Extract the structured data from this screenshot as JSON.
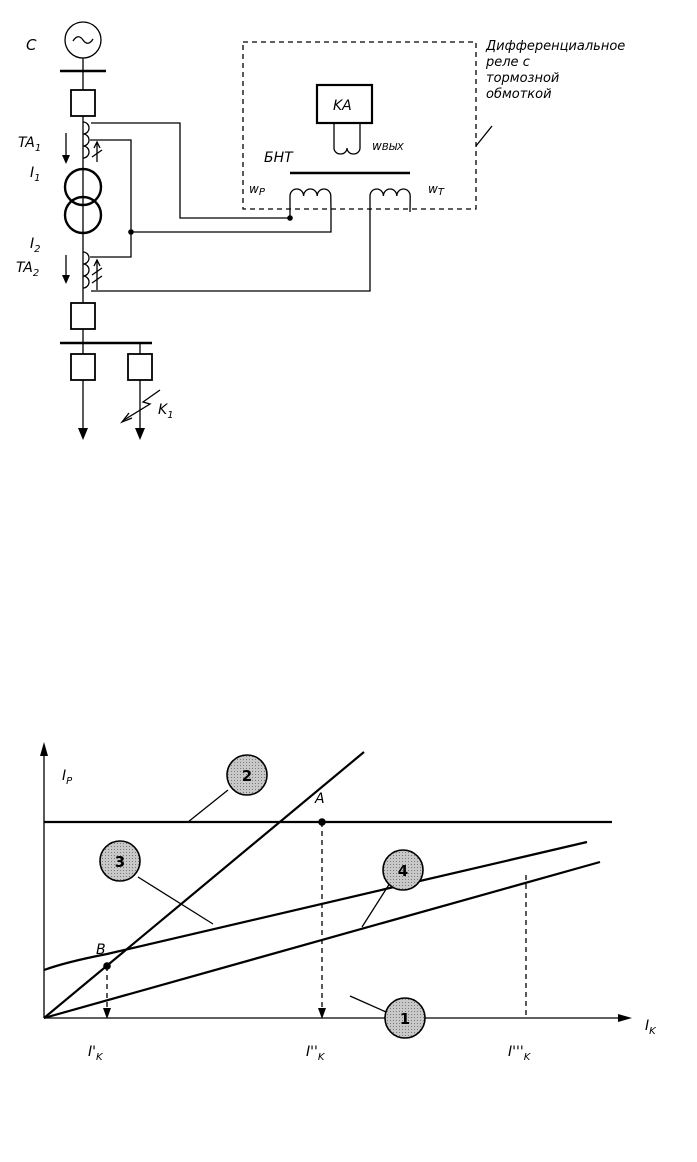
{
  "schematic": {
    "source": "C",
    "generator_symbol": "~",
    "ta1": "TA",
    "ta1_sub": "1",
    "i1": "I",
    "i1_sub": "1",
    "i2": "I",
    "i2_sub": "2",
    "ta2": "TA",
    "ta2_sub": "2",
    "k1": "K",
    "k1_sub": "1",
    "relay_title": [
      "Дифференциальное",
      "реле  с",
      "тормозной",
      "обмоткой"
    ],
    "ka": "KA",
    "bnt": "БНТ",
    "w_out": "w",
    "w_out_sub": "ВЫХ",
    "wp": "w",
    "wp_sub": "Р",
    "wt": "w",
    "wt_sub": "Т"
  },
  "graph": {
    "y_axis": "I",
    "y_axis_sub": "P",
    "x_axis": "I",
    "x_axis_sub": "K",
    "point_a": "A",
    "point_b": "B",
    "x_marks": [
      {
        "label": "I'",
        "sub": "K"
      },
      {
        "label": "I''",
        "sub": "K"
      },
      {
        "label": "I'''",
        "sub": "K"
      }
    ],
    "callouts": [
      "1",
      "2",
      "3",
      "4"
    ]
  }
}
